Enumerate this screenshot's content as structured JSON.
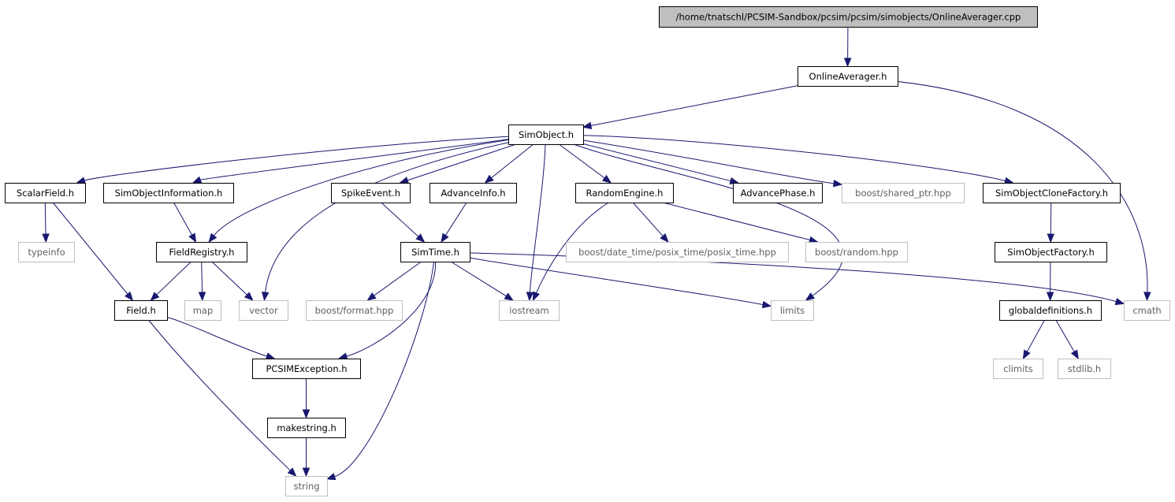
{
  "graph": {
    "colors": {
      "edge": "#191970",
      "node_border": "#000000",
      "external_border": "#bfbfbf",
      "external_text": "#606060",
      "root_fill": "#bfbfbf",
      "text": "#000000"
    },
    "nodes": [
      {
        "id": "root",
        "label": "/home/tnatschl/PCSIM-Sandbox/pcsim/pcsim/simobjects/OnlineAverager.cpp",
        "kind": "root"
      },
      {
        "id": "onlineaverager",
        "label": "OnlineAverager.h",
        "kind": "internal"
      },
      {
        "id": "simobject",
        "label": "SimObject.h",
        "kind": "internal"
      },
      {
        "id": "scalarfield",
        "label": "ScalarField.h",
        "kind": "internal"
      },
      {
        "id": "simobjectinformation",
        "label": "SimObjectInformation.h",
        "kind": "internal"
      },
      {
        "id": "spikeevent",
        "label": "SpikeEvent.h",
        "kind": "internal"
      },
      {
        "id": "advanceinfo",
        "label": "AdvanceInfo.h",
        "kind": "internal"
      },
      {
        "id": "randomengine",
        "label": "RandomEngine.h",
        "kind": "internal"
      },
      {
        "id": "advancephase",
        "label": "AdvancePhase.h",
        "kind": "internal"
      },
      {
        "id": "sharedptr",
        "label": "boost/shared_ptr.hpp",
        "kind": "external"
      },
      {
        "id": "clonefactory",
        "label": "SimObjectCloneFactory.h",
        "kind": "internal"
      },
      {
        "id": "typeinfo",
        "label": "typeinfo",
        "kind": "external"
      },
      {
        "id": "fieldregistry",
        "label": "FieldRegistry.h",
        "kind": "internal"
      },
      {
        "id": "simtime",
        "label": "SimTime.h",
        "kind": "internal"
      },
      {
        "id": "posixtime",
        "label": "boost/date_time/posix_time/posix_time.hpp",
        "kind": "external"
      },
      {
        "id": "random",
        "label": "boost/random.hpp",
        "kind": "external"
      },
      {
        "id": "simobjectfactory",
        "label": "SimObjectFactory.h",
        "kind": "internal"
      },
      {
        "id": "field",
        "label": "Field.h",
        "kind": "internal"
      },
      {
        "id": "map",
        "label": "map",
        "kind": "external"
      },
      {
        "id": "vector",
        "label": "vector",
        "kind": "external"
      },
      {
        "id": "format",
        "label": "boost/format.hpp",
        "kind": "external"
      },
      {
        "id": "iostream",
        "label": "iostream",
        "kind": "external"
      },
      {
        "id": "limits",
        "label": "limits",
        "kind": "external"
      },
      {
        "id": "globaldefs",
        "label": "globaldefinitions.h",
        "kind": "internal"
      },
      {
        "id": "cmath",
        "label": "cmath",
        "kind": "external"
      },
      {
        "id": "pcsimexception",
        "label": "PCSIMException.h",
        "kind": "internal"
      },
      {
        "id": "climits",
        "label": "climits",
        "kind": "external"
      },
      {
        "id": "stdlib",
        "label": "stdlib.h",
        "kind": "external"
      },
      {
        "id": "makestring",
        "label": "makestring.h",
        "kind": "internal"
      },
      {
        "id": "string",
        "label": "string",
        "kind": "external"
      }
    ],
    "edges": [
      [
        "root",
        "onlineaverager"
      ],
      [
        "onlineaverager",
        "simobject"
      ],
      [
        "onlineaverager",
        "cmath"
      ],
      [
        "simobject",
        "scalarfield"
      ],
      [
        "simobject",
        "simobjectinformation"
      ],
      [
        "simobject",
        "fieldregistry"
      ],
      [
        "simobject",
        "vector"
      ],
      [
        "simobject",
        "spikeevent"
      ],
      [
        "simobject",
        "advanceinfo"
      ],
      [
        "simobject",
        "iostream"
      ],
      [
        "simobject",
        "randomengine"
      ],
      [
        "simobject",
        "limits"
      ],
      [
        "simobject",
        "advancephase"
      ],
      [
        "simobject",
        "sharedptr"
      ],
      [
        "simobject",
        "clonefactory"
      ],
      [
        "scalarfield",
        "typeinfo"
      ],
      [
        "scalarfield",
        "field"
      ],
      [
        "simobjectinformation",
        "fieldregistry"
      ],
      [
        "fieldregistry",
        "field"
      ],
      [
        "fieldregistry",
        "map"
      ],
      [
        "fieldregistry",
        "vector"
      ],
      [
        "spikeevent",
        "simtime"
      ],
      [
        "advanceinfo",
        "simtime"
      ],
      [
        "randomengine",
        "iostream"
      ],
      [
        "randomengine",
        "posixtime"
      ],
      [
        "randomengine",
        "random"
      ],
      [
        "simtime",
        "format"
      ],
      [
        "simtime",
        "iostream"
      ],
      [
        "simtime",
        "limits"
      ],
      [
        "simtime",
        "cmath"
      ],
      [
        "simtime",
        "pcsimexception"
      ],
      [
        "simtime",
        "string"
      ],
      [
        "clonefactory",
        "simobjectfactory"
      ],
      [
        "simobjectfactory",
        "globaldefs"
      ],
      [
        "globaldefs",
        "climits"
      ],
      [
        "globaldefs",
        "stdlib"
      ],
      [
        "field",
        "pcsimexception"
      ],
      [
        "field",
        "string"
      ],
      [
        "pcsimexception",
        "makestring"
      ],
      [
        "makestring",
        "string"
      ]
    ]
  }
}
